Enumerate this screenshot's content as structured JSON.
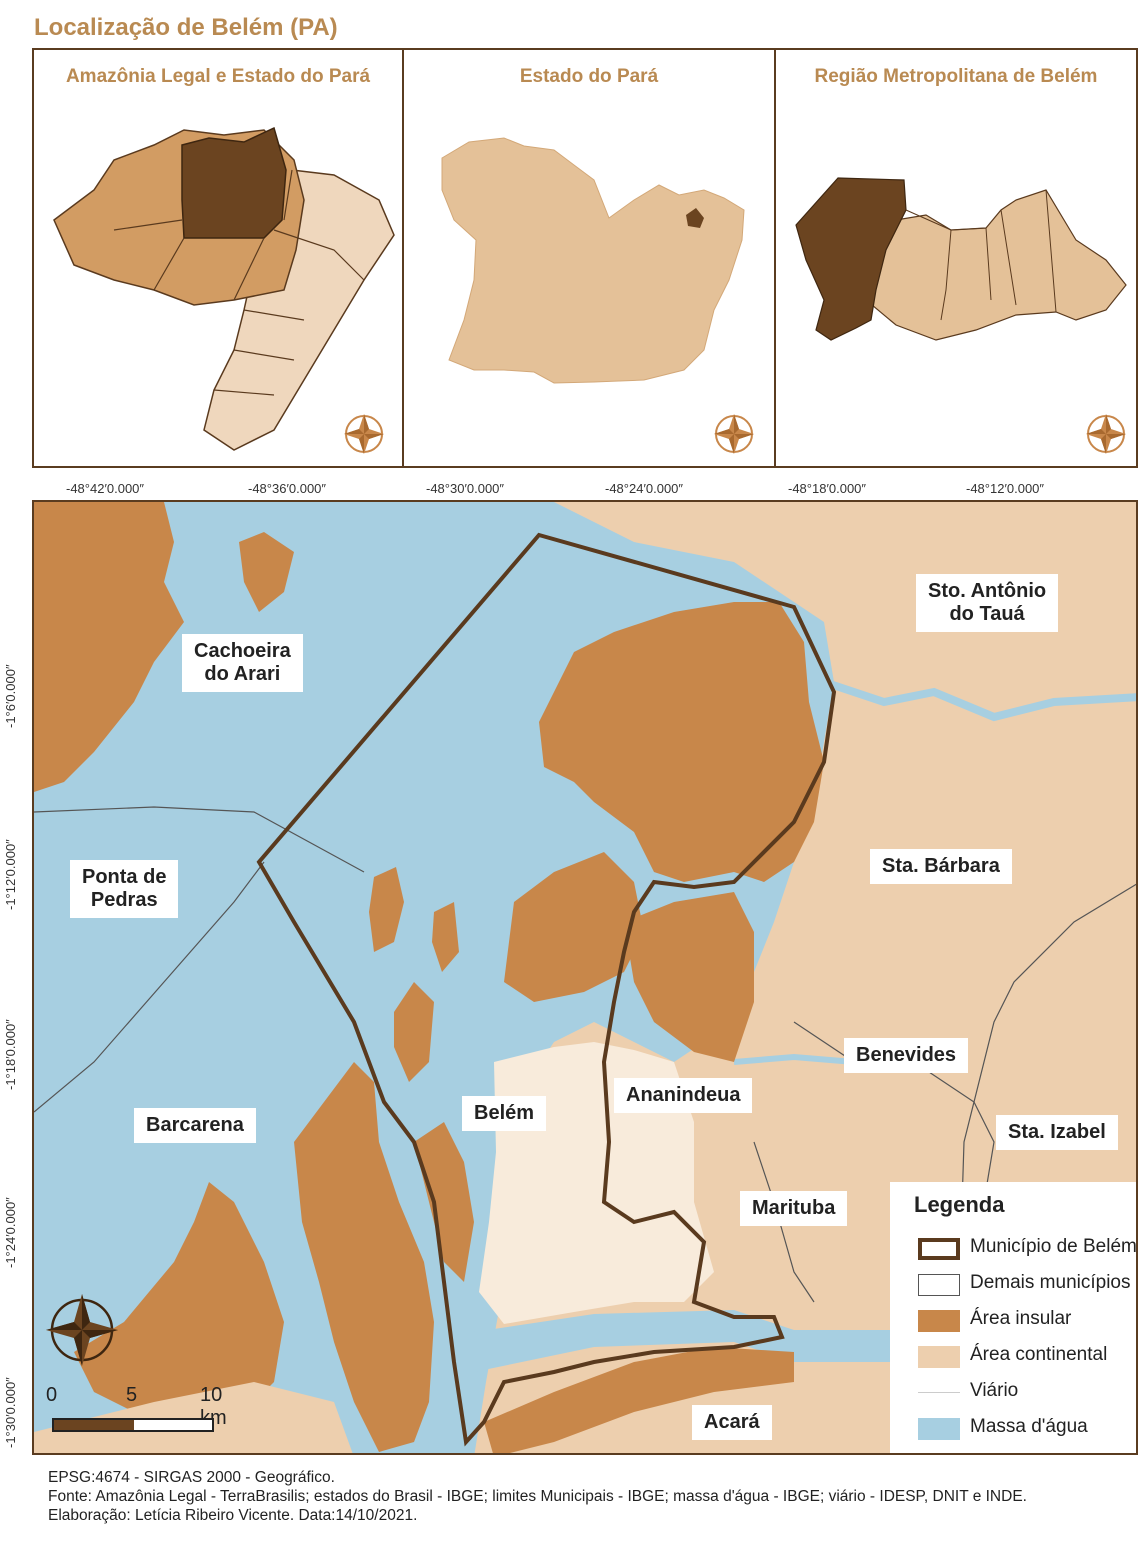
{
  "title": "Localização de Belém (PA)",
  "insets": [
    {
      "title": "Amazônia Legal e Estado do Pará",
      "compass_icon": "compass-rose-icon"
    },
    {
      "title": "Estado do Pará",
      "compass_icon": "compass-rose-icon"
    },
    {
      "title": "Região Metropolitana de Belém",
      "compass_icon": "compass-rose-icon"
    }
  ],
  "longitude_labels": [
    "-48°42′0.000″",
    "-48°36′0.000″",
    "-48°30′0.000″",
    "-48°24′0.000″",
    "-48°18′0.000″",
    "-48°12′0.000″"
  ],
  "latitude_labels": [
    "-1°6′0.000″",
    "-1°12′0.000″",
    "-1°18′0.000″",
    "-1°24′0.000″",
    "-1°30′0.000″"
  ],
  "places": {
    "cachoeira": "Cachoeira\ndo Arari",
    "sto_antonio": "Sto. Antônio\ndo Tauá",
    "ponta_pedras": "Ponta de\nPedras",
    "sta_barbara": "Sta. Bárbara",
    "benevides": "Benevides",
    "ananindeua": "Ananindeua",
    "belem": "Belém",
    "barcarena": "Barcarena",
    "sta_izabel": "Sta. Izabel",
    "marituba": "Marituba",
    "acara": "Acará"
  },
  "legend": {
    "title": "Legenda",
    "items": [
      {
        "label": "Município de Belém",
        "kind": "outline",
        "color": "#5a3a1e"
      },
      {
        "label": "Demais municípios",
        "kind": "outline-thin",
        "color": "#555555"
      },
      {
        "label": "Área insular",
        "kind": "fill",
        "color": "#c8874a"
      },
      {
        "label": "Área continental",
        "kind": "fill",
        "color": "#edcfae"
      },
      {
        "label": "Viário",
        "kind": "line",
        "color": "#ffffff"
      },
      {
        "label": "Massa d'água",
        "kind": "fill",
        "color": "#a7cfe1"
      }
    ]
  },
  "scale_bar": {
    "labels": [
      "0",
      "5",
      "10 km"
    ]
  },
  "colors": {
    "water": "#a7cfe1",
    "island": "#c8874a",
    "continental": "#edcfae",
    "belem_boundary": "#5a3a1e",
    "highlight": "#6b4420",
    "title": "#b98a52"
  },
  "footer": {
    "line1": "EPSG:4674 - SIRGAS 2000 - Geográfico.",
    "line2": "Fonte: Amazônia Legal - TerraBrasilis; estados do Brasil - IBGE; limites Municipais - IBGE; massa d'água - IBGE; viário - IDESP, DNIT e INDE.",
    "line3": "Elaboração: Letícia Ribeiro Vicente. Data:14/10/2021."
  }
}
